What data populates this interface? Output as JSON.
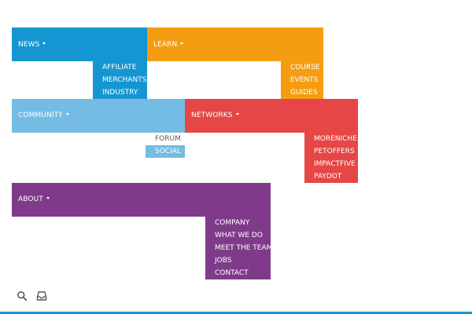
{
  "colors": {
    "news": "#1596d2",
    "learn": "#f49d12",
    "community": "#74bce3",
    "networks": "#e64646",
    "about": "#7f3b8a",
    "social_highlight": "#74bce3",
    "bottom_line": "#1596d2",
    "icon": "#555555"
  },
  "menu": {
    "news": {
      "label": "NEWS",
      "items": [
        "AFFILIATE",
        "MERCHANTS",
        "INDUSTRY"
      ]
    },
    "learn": {
      "label": "LEARN",
      "items": [
        "COURSE",
        "EVENTS",
        "GUIDES"
      ]
    },
    "community": {
      "label": "COMMUNITY",
      "items": [
        "FORUM",
        "SOCIAL"
      ]
    },
    "networks": {
      "label": "NETWORKS",
      "items": [
        "MORENICHE",
        "PETOFFERS",
        "IMPACTFIVE",
        "PAYDOT"
      ]
    },
    "about": {
      "label": "ABOUT",
      "items": [
        "COMPANY",
        "WHAT WE DO",
        "MEET THE TEAM",
        "JOBS",
        "CONTACT"
      ]
    }
  },
  "icons": {
    "search": "search-icon",
    "inbox": "inbox-icon"
  }
}
